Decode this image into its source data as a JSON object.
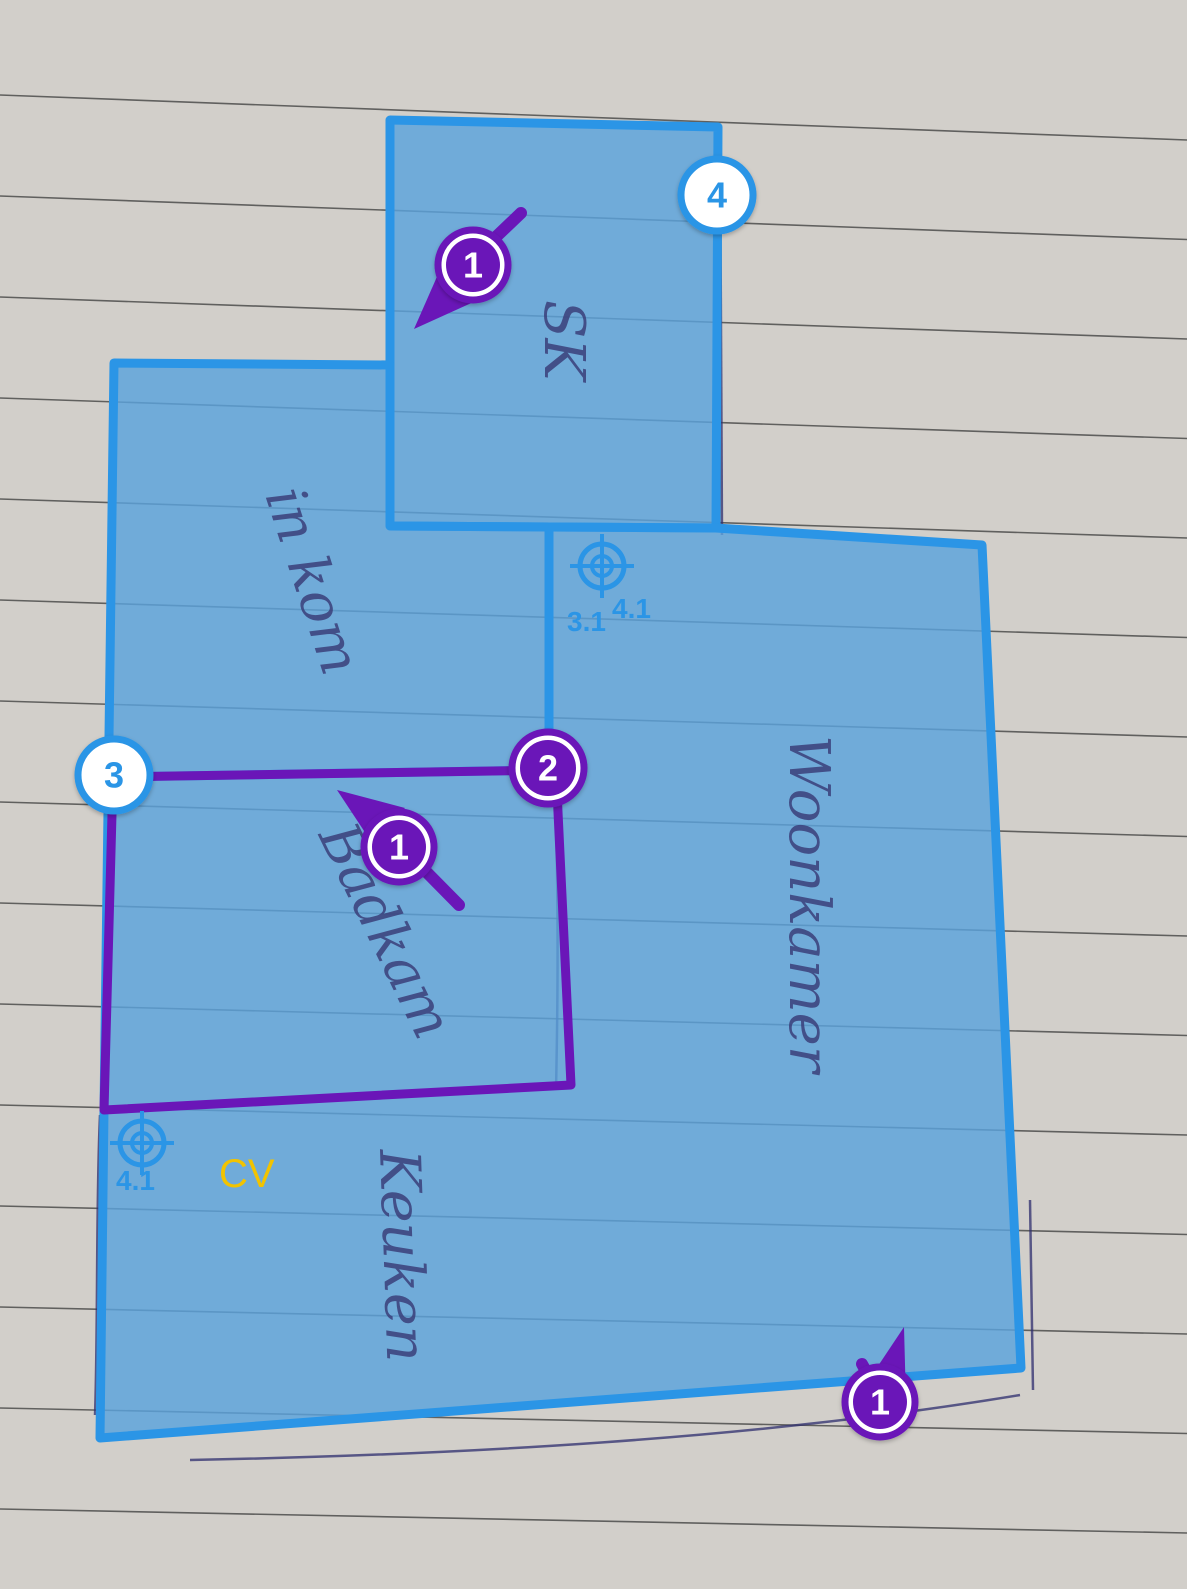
{
  "colors": {
    "paper": "#d2cfca",
    "paper_line": "#3b3b3b",
    "room_fill": "#5aa2dc",
    "room_stroke": "#2b95e6",
    "selected_stroke": "#6a16b8",
    "marker_blue": "#2b95e6",
    "marker_purple": "#6a16b8",
    "marker_bg": "#ffffff",
    "target_blue": "#2b95e6",
    "cv_label": "#f2c300",
    "ink": "#2e2d6e"
  },
  "rooms": [
    {
      "name": "SK",
      "handwriting": "SK"
    },
    {
      "name": "Inkom",
      "handwriting": "in kom"
    },
    {
      "name": "Badkamer",
      "handwriting": "Badkam"
    },
    {
      "name": "Woonkamer",
      "handwriting": "Woonkamer"
    },
    {
      "name": "Keuken",
      "handwriting": "Keuken"
    }
  ],
  "markers": [
    {
      "id": "wall-1-top",
      "label": "1",
      "style": "purple",
      "icon": "arrow-icon"
    },
    {
      "id": "wall-1-mid",
      "label": "1",
      "style": "purple",
      "icon": "arrow-icon"
    },
    {
      "id": "wall-1-bottom",
      "label": "1",
      "style": "purple",
      "icon": "arrow-icon"
    },
    {
      "id": "corner-2",
      "label": "2",
      "style": "purple"
    },
    {
      "id": "corner-3",
      "label": "3",
      "style": "blue"
    },
    {
      "id": "corner-4",
      "label": "4",
      "style": "blue"
    }
  ],
  "targets": [
    {
      "id": "target-a",
      "labels": [
        "4.1",
        "3.1"
      ],
      "icon": "crosshair-icon"
    },
    {
      "id": "target-b",
      "labels": [
        "4.1"
      ],
      "icon": "crosshair-icon"
    }
  ],
  "cv_label": "CV"
}
